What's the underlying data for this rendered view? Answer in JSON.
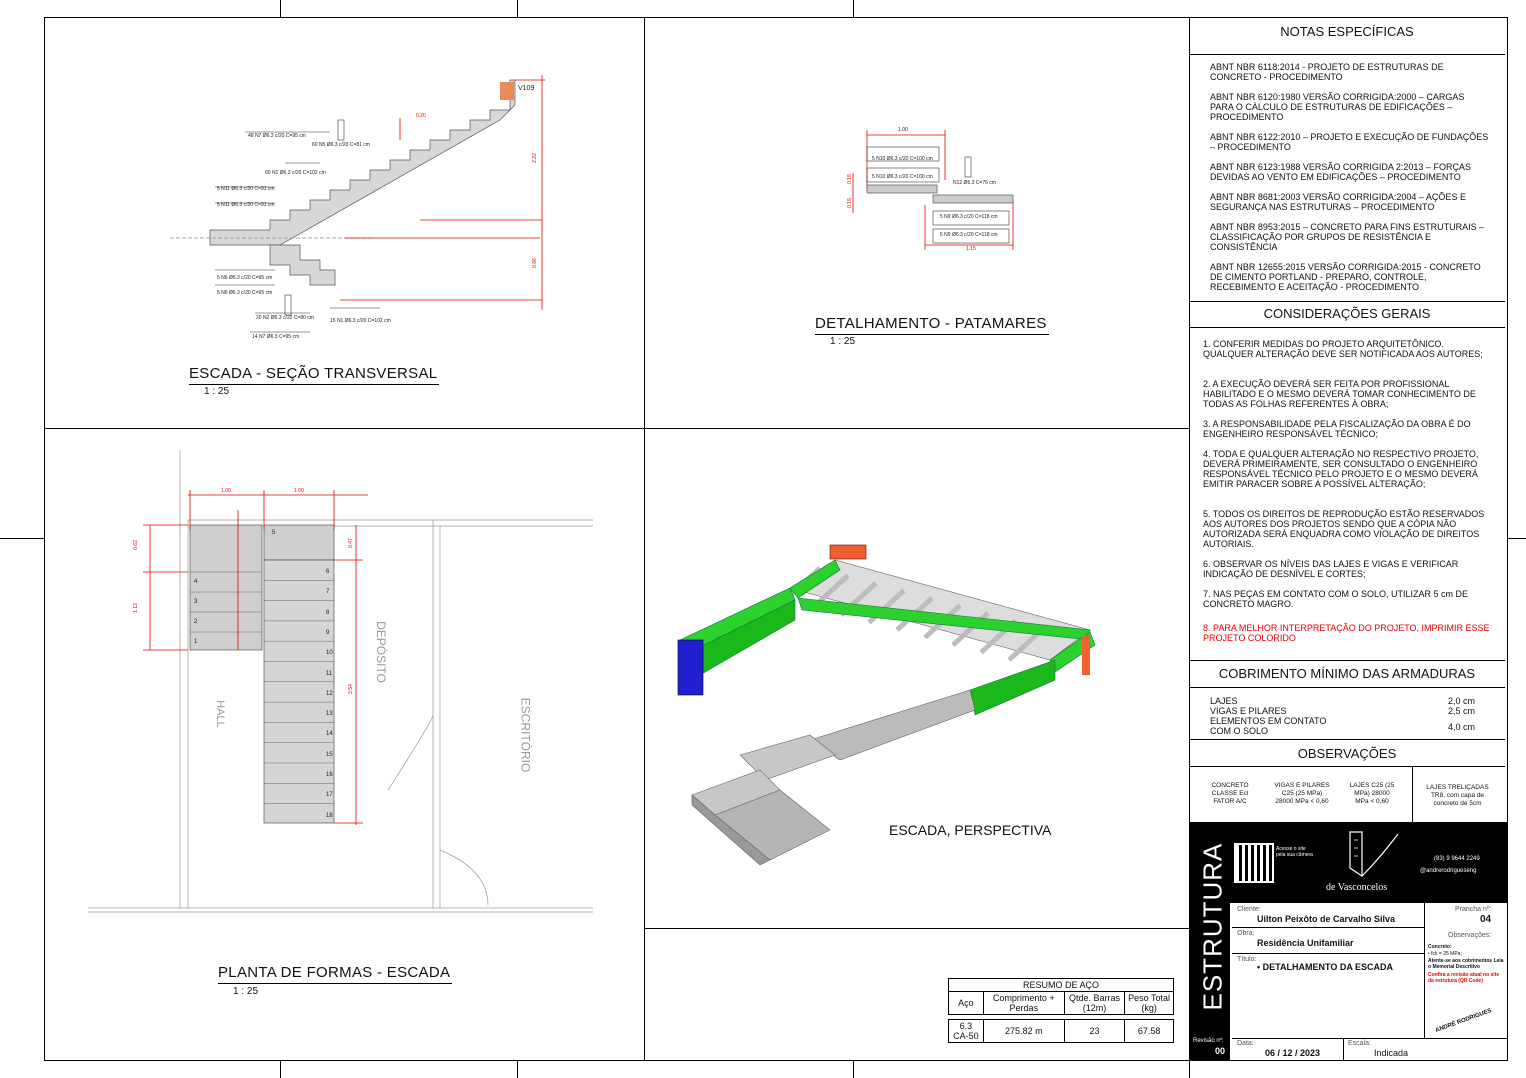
{
  "views": {
    "secao": {
      "title": "ESCADA - SEÇÃO TRANSVERSAL",
      "scale": "1 : 25"
    },
    "patamares": {
      "title": "DETALHAMENTO - PATAMARES",
      "scale": "1 : 25"
    },
    "planta": {
      "title": "PLANTA DE FORMAS - ESCADA",
      "scale": "1 : 25"
    },
    "perspectiva": {
      "title": "ESCADA, PERSPECTIVA"
    }
  },
  "secao_labels": {
    "v109": "V109",
    "n7_top": "48 N7 Ø6.3 c/20 C=95 cm",
    "n5": "60 N5 Ø6.3 c/20 C=81 cm",
    "n1": "60 N1 Ø6.3 c/20 C=102 cm",
    "n11a": "5 N11 Ø6.3 c/20 C=91 cm",
    "n11b": "5 N11 Ø6.3 c/20 C=91 cm",
    "n6a": "5 N6 Ø6.3 c/20 C=95 cm",
    "n6b": "5 N6 Ø6.3 c/20 C=95 cm",
    "n2": "20 N2 Ø6.3 c/20 C=80 cm",
    "n1b": "15 N1 Ø6.3 c/20 C=102 cm",
    "n7_bot": "14 N7 Ø6.3 C=95 cm",
    "dim_222": "2.22",
    "dim_086": "0.86",
    "dim_020": "0.20"
  },
  "patamar_labels": {
    "dim_top": "1.00",
    "n10a": "5 N10 Ø6.3 c/20 C=100 cm",
    "n10b": "5 N10 Ø6.3 c/20 C=100 cm",
    "n12": "N12 Ø6.3 C=76 cm",
    "n9a": "5 N9 Ø6.3 c/20 C=118 cm",
    "n9b": "5 N9 Ø6.3 c/20 C=118 cm",
    "dim_bot": "1.15",
    "dim_015a": "0.15",
    "dim_015b": "0.15"
  },
  "planta_labels": {
    "dim_a": "1.00",
    "dim_b": "1.00",
    "hall": "HALL",
    "deposito": "DEPÓSITO",
    "escritorio": "ESCRITÓRIO",
    "dim_062": "0.62",
    "dim_112": "1.12",
    "dim_047": "0.47",
    "dim_354": "3.54",
    "steps_left": [
      "4",
      "3",
      "2",
      "1"
    ],
    "step_5": "5",
    "steps_right": [
      "6",
      "7",
      "8",
      "9",
      "10",
      "11",
      "12",
      "13",
      "14",
      "15",
      "16",
      "17",
      "18"
    ]
  },
  "notas": {
    "title": "NOTAS ESPECÍFICAS",
    "items": [
      "ABNT NBR 6118:2014 - PROJETO DE ESTRUTURAS DE CONCRETO - PROCEDIMENTO",
      "ABNT NBR 6120:1980 VERSÃO CORRIGIDA:2000 – CARGAS PARA O CÁLCULO DE ESTRUTURAS DE EDIFICAÇÕES – PROCEDIMENTO",
      "ABNT NBR 6122:2010 – PROJETO E EXECUÇÃO DE FUNDAÇÕES – PROCEDIMENTO",
      "ABNT NBR 6123:1988 VERSÃO CORRIGIDA 2:2013 – FORÇAS DEVIDAS AO VENTO EM EDIFICAÇÕES – PROCEDIMENTO",
      "ABNT NBR 8681:2003 VERSÃO CORRIGIDA:2004 – AÇÕES E SEGURANÇA NAS ESTRUTURAS – PROCEDIMENTO",
      "ABNT NBR 8953:2015 – CONCRETO PARA FINS ESTRUTURAIS – CLASSIFICAÇÃO POR GRUPOS DE RESISTÊNCIA E CONSISTÊNCIA",
      "ABNT NBR 12655:2015 VERSÃO CORRIGIDA:2015 - CONCRETO DE CIMENTO PORTLAND - PREPARO, CONTROLE, RECEBIMENTO E ACEITAÇÃO - PROCEDIMENTO"
    ]
  },
  "consideracoes": {
    "title": "CONSIDERAÇÕES GERAIS",
    "items": [
      "1. CONFERIR MEDIDAS DO PROJETO ARQUITETÔNICO. QUALQUER ALTERAÇÃO DEVE SER NOTIFICADA AOS AUTORES;",
      "2. A EXECUÇÃO DEVERÁ SER FEITA POR PROFISSIONAL HABILITADO E O MESMO DEVERÁ TOMAR CONHECIMENTO DE TODAS AS FOLHAS REFERENTES À OBRA;",
      "3. A RESPONSABILIDADE PELA FISCALIZAÇÃO DA OBRA É DO ENGENHEIRO RESPONSÁVEL TÉCNICO;",
      "4. TODA E QUALQUER ALTERAÇÃO NO RESPECTIVO PROJETO, DEVERÁ PRIMEIRAMENTE, SER CONSULTADO O ENGENHEIRO RESPONSÁVEL TÉCNICO PELO PROJETO E O MESMO DEVERÁ EMITIR PARACER SOBRE A POSSÍVEL ALTERAÇÃO;",
      "5. TODOS OS DIREITOS DE REPRODUÇÃO ESTÃO RESERVADOS AOS AUTORES DOS PROJETOS SENDO QUE A CÓPIA NÃO AUTORIZADA SERÁ ENQUADRA COMO VIOLAÇÃO DE DIREITOS AUTORIAIS.",
      "6. OBSERVAR OS NÍVEIS DAS LAJES E VIGAS E VERIFICAR INDICAÇÃO DE DESNÍVEL E CORTES;",
      "7. NAS PEÇAS EM CONTATO COM O SOLO, UTILIZAR 5 cm DE CONCRETO MAGRO."
    ],
    "highlight": "8. PARA MELHOR INTERPRETAÇÃO DO PROJETO, IMPRIMIR ESSE PROJETO COLORIDO"
  },
  "cobrimento": {
    "title": "COBRIMENTO MÍNIMO DAS ARMADURAS",
    "rows": [
      {
        "label": "LAJES",
        "value": "2,0 cm"
      },
      {
        "label": "VIGAS E PILARES",
        "value": "2,5 cm"
      },
      {
        "label": "ELEMENTOS EM CONTATO COM O SOLO",
        "value": "4,0 cm"
      }
    ]
  },
  "observacoes": {
    "title": "OBSERVAÇÕES",
    "col1": "CONCRETO CLASSE Ecl FATOR A/C",
    "col2": "VIGAS E PILARES C25 (25 MPa) 28000 MPa < 0,60",
    "col3": "LAJES C25 (25 MPa) 28000 MPa < 0,60",
    "col4": "LAJES TRELIÇADAS TR8, com capa de concreto de 5cm"
  },
  "resumo": {
    "title": "RESUMO DE AÇO",
    "headers": [
      "Aço",
      "Comprimento + Perdas",
      "Qtde. Barras (12m)",
      "Peso Total (kg)"
    ],
    "row": [
      "6.3 CA-50",
      "275.82 m",
      "23",
      "67.58"
    ]
  },
  "carimbo": {
    "vertical": "ESTRUTURA",
    "qr_text": "Acesse o site pela sua câmera",
    "brand": "de Vasconcelos",
    "phone": "(83) 9 9644 2249",
    "instagram": "@andrerodrigueseng",
    "cliente_label": "Cliente:",
    "cliente": "Uilton Peixôto de Carvalho Silva",
    "prancha_label": "Prancha nº:",
    "prancha": "04",
    "obra_label": "Obra:",
    "obra": "Residência Unifamiliar",
    "obs_label": "Observações:",
    "obs_concreto": "Concreto:",
    "obs_fck": "• fck = 25 MPa;",
    "obs_atente": "Atente-se aos cobrimentos Leia o Memorial Descritivo",
    "obs_confira": "Confira a revisão atual no site da estrutura (QR Code)",
    "titulo_label": "Título:",
    "titulo": "• DETALHAMENTO DA ESCADA",
    "revisao_label": "Revisão nº:",
    "revisao": "00",
    "data_label": "Data:",
    "data": "06 / 12 / 2023",
    "escala_label": "Escala:",
    "escala": "Indicada",
    "stamp": "ANDRÉ RODRIGUES"
  }
}
